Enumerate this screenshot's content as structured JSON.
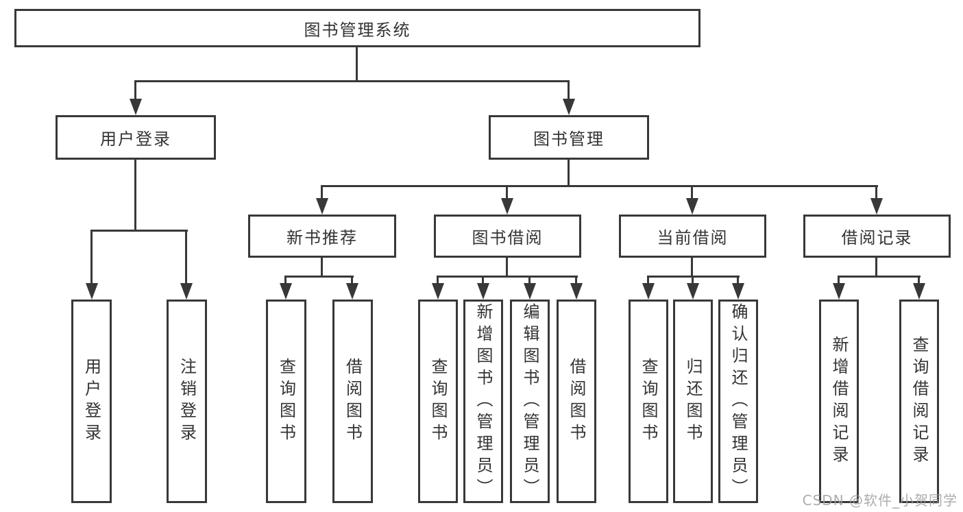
{
  "tree": {
    "root": {
      "label": "图书管理系统"
    },
    "branches": [
      {
        "label": "用户登录",
        "children": [
          {
            "label": "用户登录"
          },
          {
            "label": "注销登录"
          }
        ]
      },
      {
        "label": "图书管理",
        "children": [
          {
            "label": "新书推荐",
            "children": [
              {
                "label": "查询图书"
              },
              {
                "label": "借阅图书"
              }
            ]
          },
          {
            "label": "图书借阅",
            "children": [
              {
                "label": "查询图书"
              },
              {
                "label": "新增图书（管理员）"
              },
              {
                "label": "编辑图书（管理员）"
              },
              {
                "label": "借阅图书"
              }
            ]
          },
          {
            "label": "当前借阅",
            "children": [
              {
                "label": "查询图书"
              },
              {
                "label": "归还图书"
              },
              {
                "label": "确认归还（管理员）"
              }
            ]
          },
          {
            "label": "借阅记录",
            "children": [
              {
                "label": "新增借阅记录"
              },
              {
                "label": "查询借阅记录"
              }
            ]
          }
        ]
      }
    ]
  },
  "watermark": {
    "text": "CSDN @软件_小贺同学"
  },
  "colors": {
    "line": "#383838",
    "text": "#333333",
    "watermark": "#9e9e9e",
    "background": "#ffffff"
  }
}
